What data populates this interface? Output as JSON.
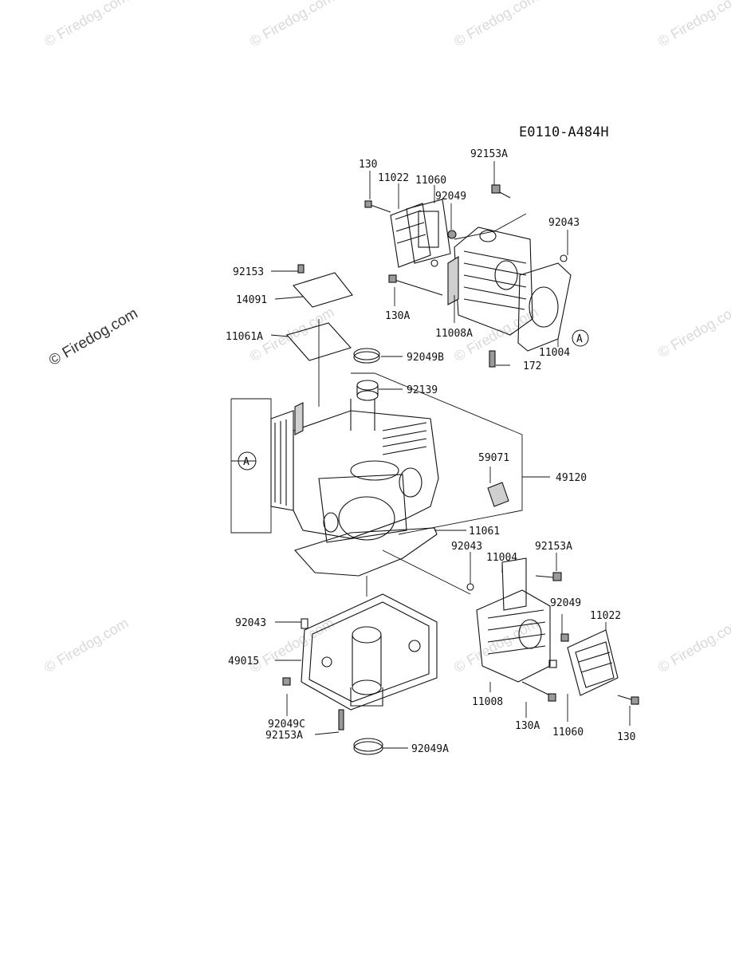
{
  "diagram_code": "E0110-A484H",
  "watermarks": {
    "text": "© Firedog.com",
    "side_text": "© Firedog.com"
  },
  "labels": {
    "l130_top": "130",
    "l11022_top": "11022",
    "l11060_top": "11060",
    "l92049_top": "92049",
    "l92153A_top": "92153A",
    "l92043_top": "92043",
    "l92153": "92153",
    "l14091": "14091",
    "l130A_top": "130A",
    "l11008A": "11008A",
    "l11004_top": "11004",
    "l172": "172",
    "l11061A": "11061A",
    "l92049B": "92049B",
    "l92139": "92139",
    "l59071": "59071",
    "l49120": "49120",
    "l11061": "11061",
    "l92043_mid": "92043",
    "l11004_mid": "11004",
    "l92153A_mid": "92153A",
    "l92049_mid": "92049",
    "l11022_mid": "11022",
    "l92043_left": "92043",
    "l49015": "49015",
    "l92049C": "92049C",
    "l92153A_left": "92153A",
    "l92049A": "92049A",
    "l11008": "11008",
    "l130A_bot": "130A",
    "l11060_bot": "11060",
    "l130_bot": "130"
  },
  "callouts": {
    "marker": "A"
  }
}
